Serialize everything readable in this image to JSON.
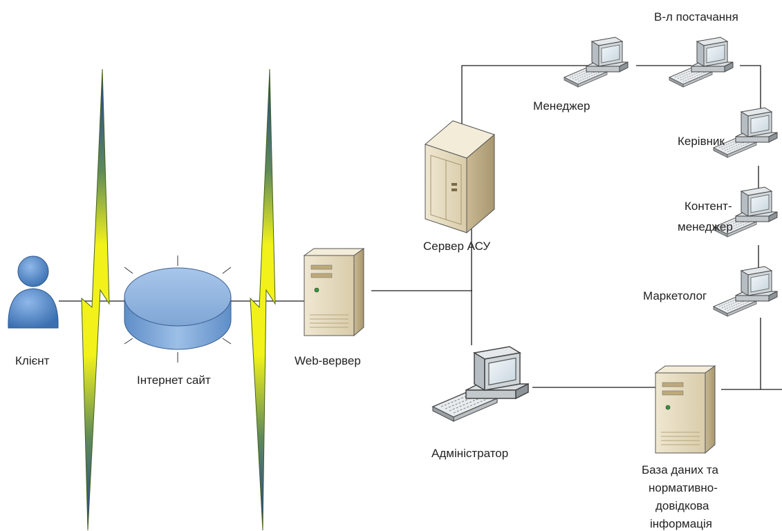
{
  "diagram": {
    "labels": {
      "client": "Клієнт",
      "site": "Інтернет сайт",
      "web_server": "Web-вервер",
      "asu_server": "Сервер АСУ",
      "manager": "Менеджер",
      "supply": "В-л постачання",
      "director": "Керівник",
      "content_manager_1": "Контент-",
      "content_manager_2": "менеджер",
      "marketer": "Маркетолог",
      "admin": "Адміністратор",
      "database_1": "База даних та",
      "database_2": "нормативно-",
      "database_3": "довідкова",
      "database_4": "інформація"
    },
    "colors": {
      "lightning_fill": "#f2f21a",
      "lightning_edge": "#5a7a1a",
      "lightning_tip": "#1f3f9a",
      "person": "#4f86c6",
      "disk": "#8fb3df",
      "server": "#e6dcc1",
      "monitor_screen": "#dde8ee",
      "line": "#1a1a1a"
    },
    "icons": [
      "person-icon",
      "website-disk-icon",
      "lightning-icon",
      "server-tower-icon",
      "rack-server-icon",
      "workstation-icon"
    ]
  }
}
